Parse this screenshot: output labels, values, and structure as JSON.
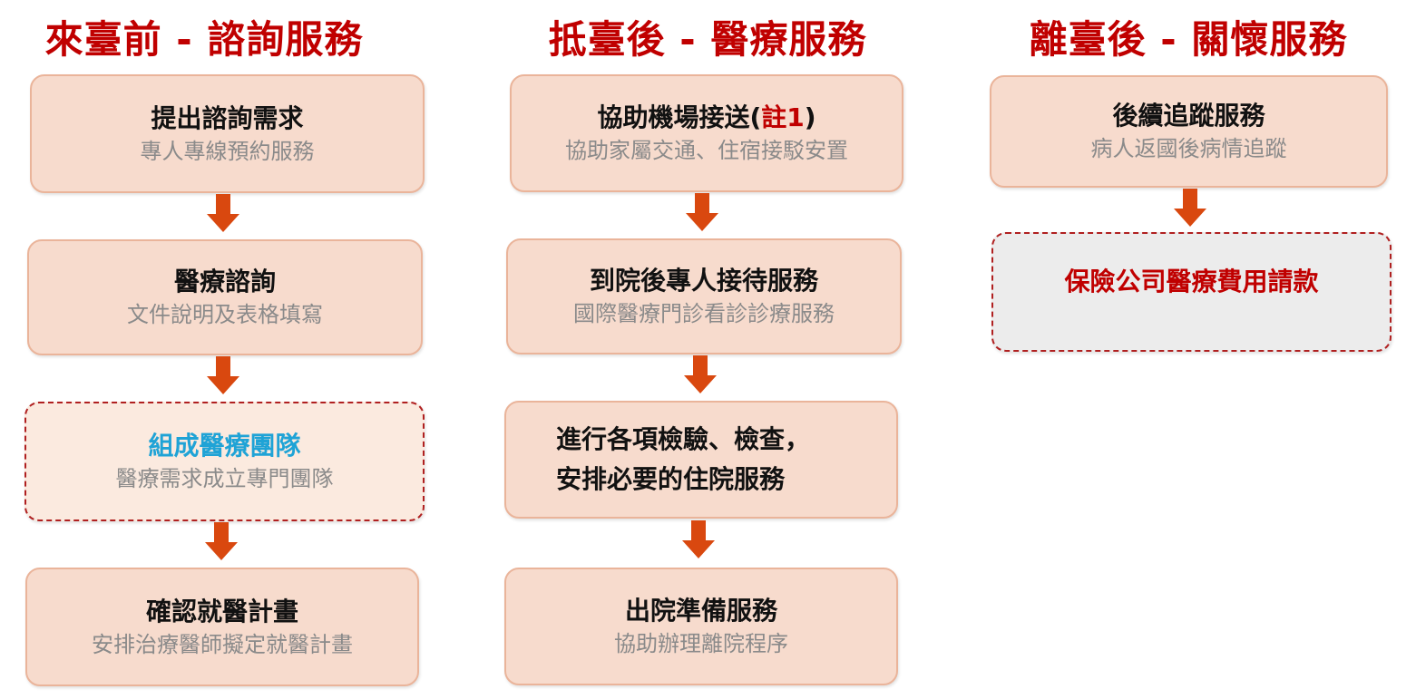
{
  "colors": {
    "title": "#c00000",
    "arrow": "#d9480f",
    "box_fill": "#f7dbcd",
    "highlight_blue": "#1fa3d6"
  },
  "columns": [
    {
      "title": "來臺前 - 諮詢服務",
      "steps": [
        {
          "title": "提出諮詢需求",
          "subtitle": "專人專線預約服務"
        },
        {
          "title": "醫療諮詢",
          "subtitle": "文件說明及表格填寫"
        },
        {
          "title": "組成醫療團隊",
          "subtitle": "醫療需求成立專門團隊"
        },
        {
          "title": "確認就醫計畫",
          "subtitle": "安排治療醫師擬定就醫計畫"
        }
      ]
    },
    {
      "title": "抵臺後 - 醫療服務",
      "steps": [
        {
          "title": "協助機場接送(",
          "note": "註1",
          "title_end": ")",
          "subtitle": "協助家屬交通、住宿接駁安置"
        },
        {
          "title": "到院後專人接待服務",
          "subtitle": "國際醫療門診看診診療服務"
        },
        {
          "title": "進行各項檢驗、檢查，",
          "title2": "安排必要的住院服務"
        },
        {
          "title": "出院準備服務",
          "subtitle": "協助辦理離院程序"
        }
      ]
    },
    {
      "title": "離臺後 - 關懷服務",
      "steps": [
        {
          "title": "後續追蹤服務",
          "subtitle": "病人返國後病情追蹤"
        },
        {
          "title": "保險公司醫療費用請款"
        }
      ]
    }
  ]
}
